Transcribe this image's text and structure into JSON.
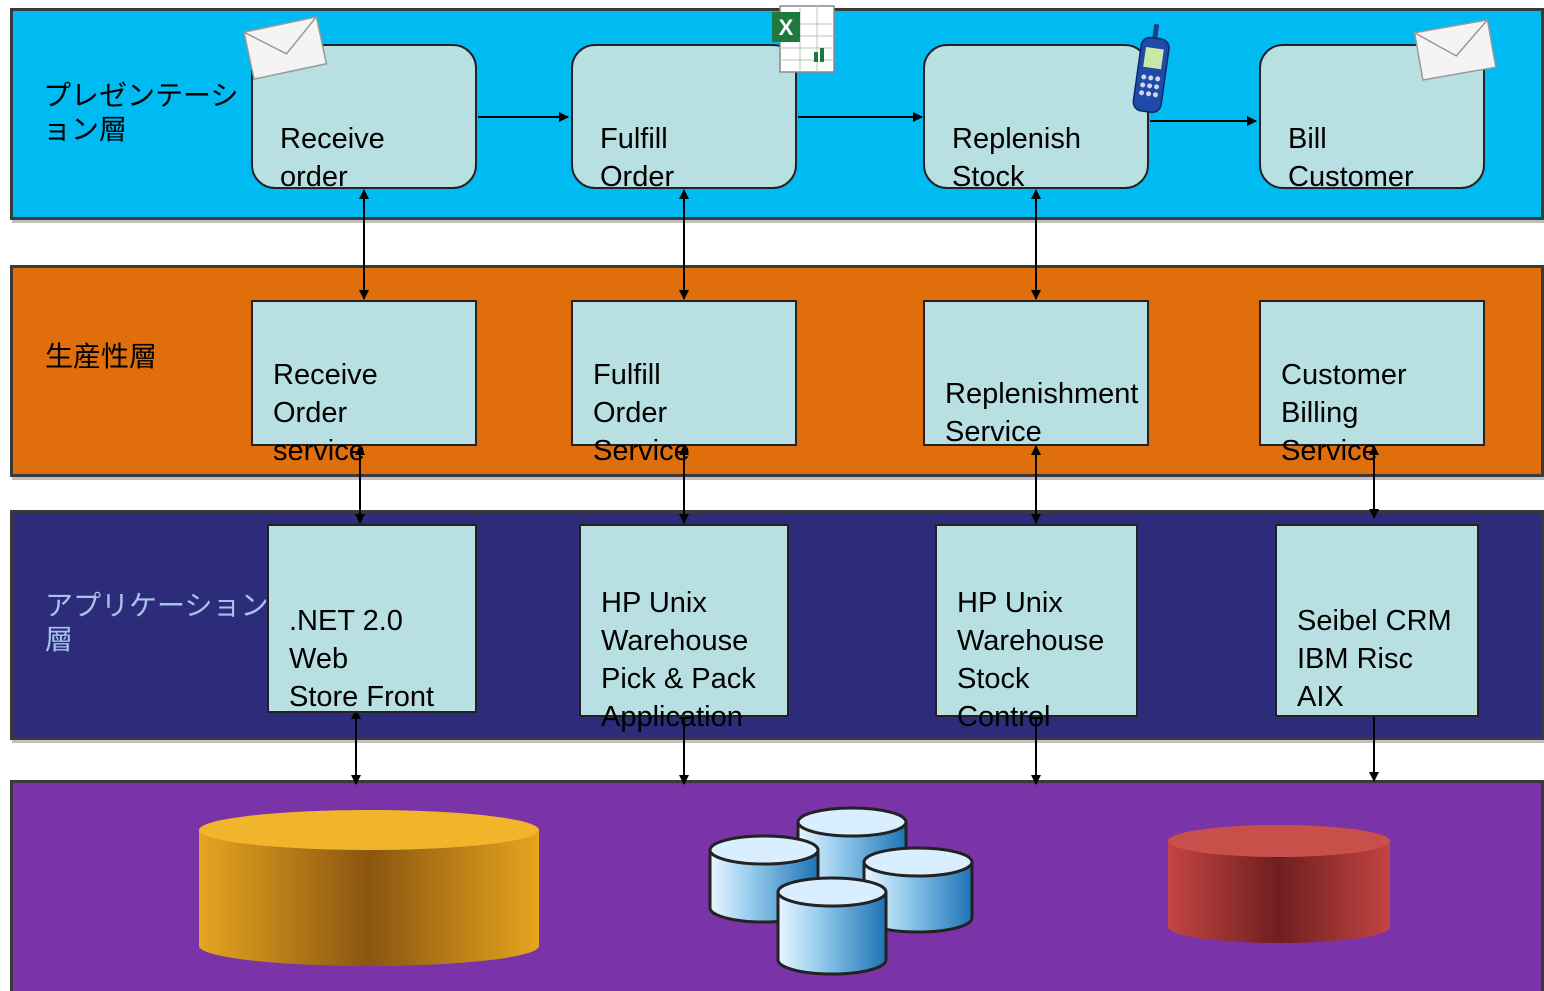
{
  "layers": {
    "presentation": {
      "label": "プレゼンテーション層",
      "steps": [
        {
          "text": "Receive\norder",
          "icon": "envelope-icon"
        },
        {
          "text": "Fulfill\nOrder",
          "icon": "excel-spreadsheet-icon"
        },
        {
          "text": "Replenish\nStock",
          "icon": "mobile-phone-icon"
        },
        {
          "text": "Bill\nCustomer",
          "icon": "envelope-icon"
        }
      ]
    },
    "productivity": {
      "label": "生産性層",
      "services": [
        {
          "text": "Receive\nOrder\nservice"
        },
        {
          "text": "Fulfill\nOrder\nService"
        },
        {
          "text": "Replenishment\nService"
        },
        {
          "text": "Customer\nBilling\nService"
        }
      ]
    },
    "application": {
      "label": "アプリケーション層",
      "systems": [
        {
          "text": ".NET 2.0\nWeb\nStore Front"
        },
        {
          "text": "HP Unix\nWarehouse\nPick & Pack\nApplication"
        },
        {
          "text": "HP Unix\nWarehouse\nStock\nControl"
        },
        {
          "text": "Seibel CRM\nIBM Risc\nAIX"
        }
      ]
    },
    "data": {
      "stores": [
        {
          "icon": "orange-database-cylinder-icon",
          "color": "#e09a1e"
        },
        {
          "icon": "database-cluster-icon",
          "color": "#5aa9d6"
        },
        {
          "icon": "red-database-cylinder-icon",
          "color": "#b23a3a"
        }
      ]
    }
  },
  "colors": {
    "presentation_bg": "#00baf2",
    "productivity_bg": "#e06f0b",
    "application_bg": "#2c2c7a",
    "data_bg": "#7a34a8",
    "node_fill": "#b8dfe2"
  }
}
